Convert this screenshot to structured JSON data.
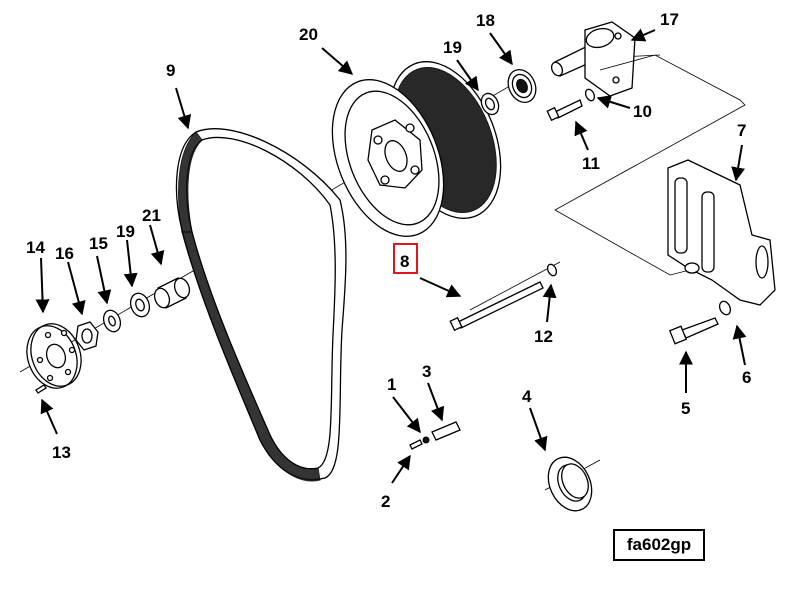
{
  "figure_code": "fa602gp",
  "selected_callout": "8",
  "colors": {
    "line": "#000000",
    "highlight": "#e0161b",
    "background": "#ffffff"
  },
  "callouts": {
    "c1": "1",
    "c2": "2",
    "c3": "3",
    "c4": "4",
    "c5": "5",
    "c6": "6",
    "c7": "7",
    "c8": "8",
    "c9": "9",
    "c10": "10",
    "c11": "11",
    "c12": "12",
    "c13": "13",
    "c14": "14",
    "c15": "15",
    "c16": "16",
    "c17": "17",
    "c18": "18",
    "c19a": "19",
    "c19b": "19",
    "c20": "20",
    "c21": "21"
  },
  "parts": [
    "belt",
    "pulley",
    "bearing",
    "seal-washer",
    "idler-shaft",
    "bracket",
    "bolt",
    "washer",
    "hub-flange",
    "nut",
    "spacer",
    "sleeve",
    "screw",
    "clip",
    "seal-ring"
  ]
}
